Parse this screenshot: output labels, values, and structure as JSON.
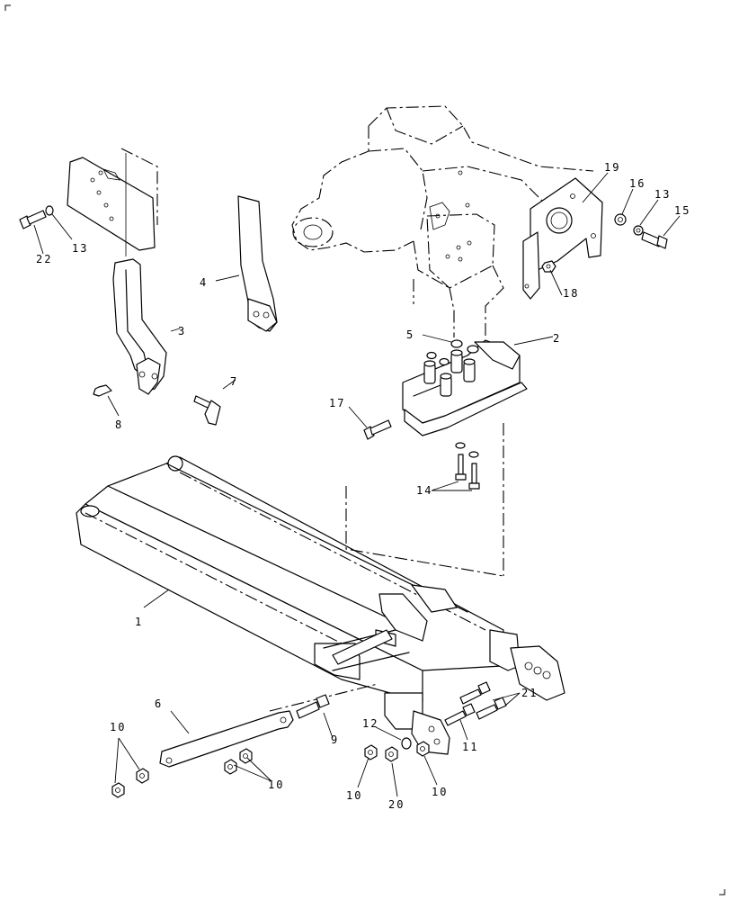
{
  "callouts": {
    "c1": "1",
    "c2": "2",
    "c3": "3",
    "c4": "4",
    "c5": "5",
    "c6": "6",
    "c7": "7",
    "c8": "8",
    "c9": "9",
    "c10a": "10",
    "c10b": "10",
    "c10c": "10",
    "c10d": "10",
    "c11": "11",
    "c12": "12",
    "c13a": "13",
    "c13b": "13",
    "c14": "14",
    "c15": "15",
    "c16": "16",
    "c17": "17",
    "c18": "18",
    "c19": "19",
    "c20": "20",
    "c21": "21",
    "c22": "22"
  }
}
